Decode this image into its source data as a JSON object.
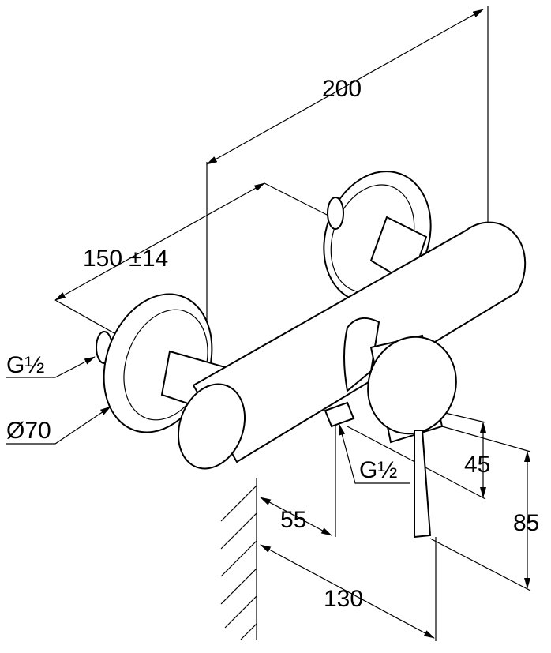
{
  "title": "Shower mixer dimension drawing",
  "dimensions": {
    "overall_width": "200",
    "center_distance": "150 ±14",
    "inlet_thread": "G½",
    "escutcheon_diameter": "Ø70",
    "outlet_thread": "G½",
    "outlet_height": "45",
    "lever_height": "85",
    "outlet_depth": "55",
    "lever_depth": "130"
  }
}
